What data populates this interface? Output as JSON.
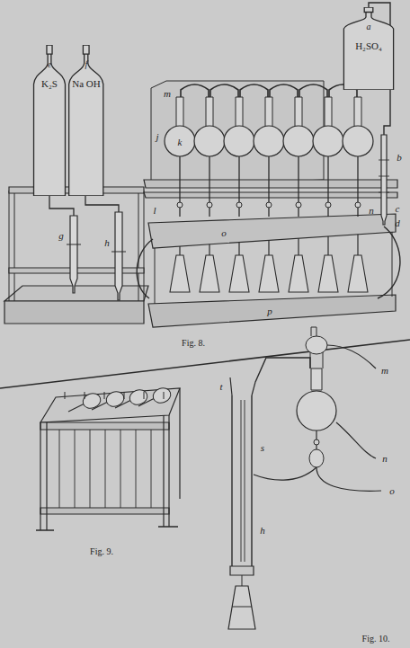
{
  "diagram": {
    "nodes": [
      {
        "text": [
          "e",
          "K₂S"
        ]
      },
      {
        "text": [
          "f",
          "Na OH"
        ]
      },
      {
        "text": [
          "a",
          "H₂SO₄"
        ]
      }
    ],
    "labels": [
      "Fig. 8.",
      "Fig. 9.",
      "Fig. 10.",
      "m",
      "j",
      "k",
      "l",
      "g",
      "h",
      "b",
      "c",
      "d",
      "n",
      "o",
      "p",
      "t",
      "s",
      "h",
      "m",
      "n",
      "o"
    ]
  }
}
